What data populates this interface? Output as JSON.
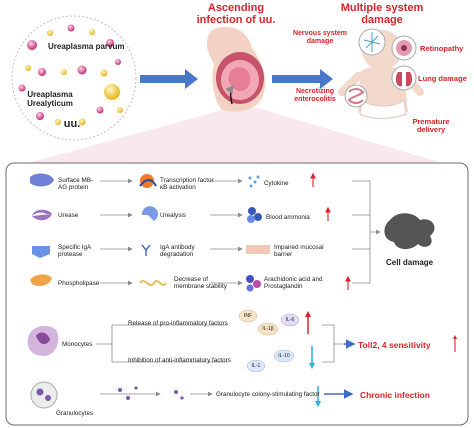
{
  "top": {
    "ureaplasma_parvum": "Ureaplasma parvum",
    "ureaplasma_urealyticum": "Ureaplasma Urealyticum",
    "uu": "uu.",
    "ascending_title": "Ascending infection of uu.",
    "multiple_damage_title": "Multiple system damage",
    "nervous": "Nervous system damage",
    "retinopathy": "Retinopathy",
    "lung": "Lung damage",
    "necrotizing": "Necrotizing enterocolitis",
    "premature": "Premature delivery"
  },
  "mechanisms": [
    {
      "factor": "Surface MB-AG protein",
      "process": "Transcription factor κB activation",
      "effect": "Cytokine"
    },
    {
      "factor": "Urease",
      "process": "Urealysis",
      "effect": "Blood ammonia"
    },
    {
      "factor": "Specific IgA protease",
      "process": "IgA antibody degradation",
      "effect": "Impaired mucosal barrier"
    },
    {
      "factor": "Phospholipase",
      "process": "Decrease of membrane stability",
      "effect": "Arachidonic acid and Prostaglandin"
    }
  ],
  "cell_damage": "Cell damage",
  "cells": {
    "monocytes": "Monocytes",
    "release": "Release of pro-inflammatory factors",
    "inhibition": "Inhibition of anti-inflammatory factors",
    "inf": "INF",
    "il1b": "IL-1β",
    "il6": "IL-6",
    "il1": "IL-1",
    "il10": "IL-10",
    "toll": "Toll2, 4 sensitivity",
    "granulocytes": "Granulocytes",
    "gcsf": "Granulocyte colony-stimulating factor",
    "chronic": "Chronic infection"
  },
  "colors": {
    "accent_red": "#d8232a",
    "arrow_blue": "#3d6cc8",
    "line_gray": "#8c8c8c"
  }
}
